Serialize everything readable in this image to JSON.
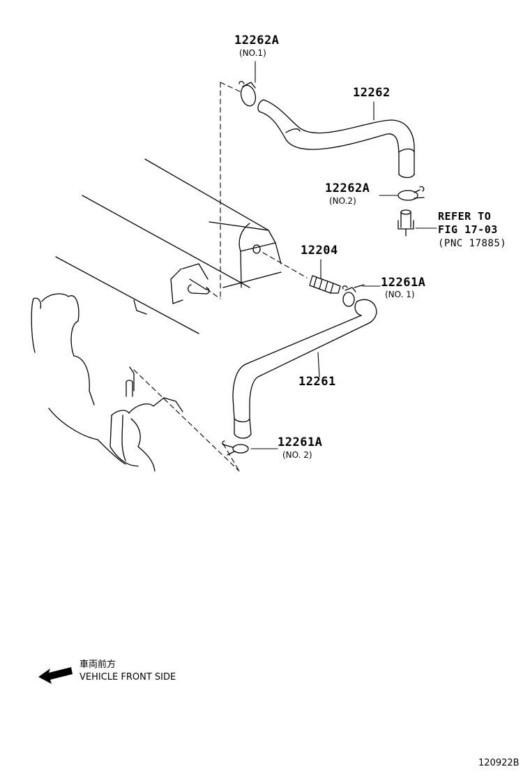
{
  "callouts": {
    "clamp_top": {
      "number": "12262A",
      "sub": "(NO.1)"
    },
    "hose_upper": {
      "number": "12262"
    },
    "clamp_upper_lower": {
      "number": "12262A",
      "sub": "(NO.2)"
    },
    "refer": {
      "line1": "REFER TO",
      "line2": "FIG 17-03",
      "line3": "(PNC 17885)"
    },
    "valve": {
      "number": "12204"
    },
    "clamp_lower_top": {
      "number": "12261A",
      "sub": "(NO. 1)"
    },
    "hose_lower": {
      "number": "12261"
    },
    "clamp_lower_bottom": {
      "number": "12261A",
      "sub": "(NO. 2)"
    }
  },
  "direction": {
    "icon": "arrow-left-icon",
    "label_jp": "車両前方",
    "label_en": "VEHICLE FRONT SIDE"
  },
  "figure_id": "120922B",
  "colors": {
    "line": "#000000",
    "background": "#ffffff"
  }
}
